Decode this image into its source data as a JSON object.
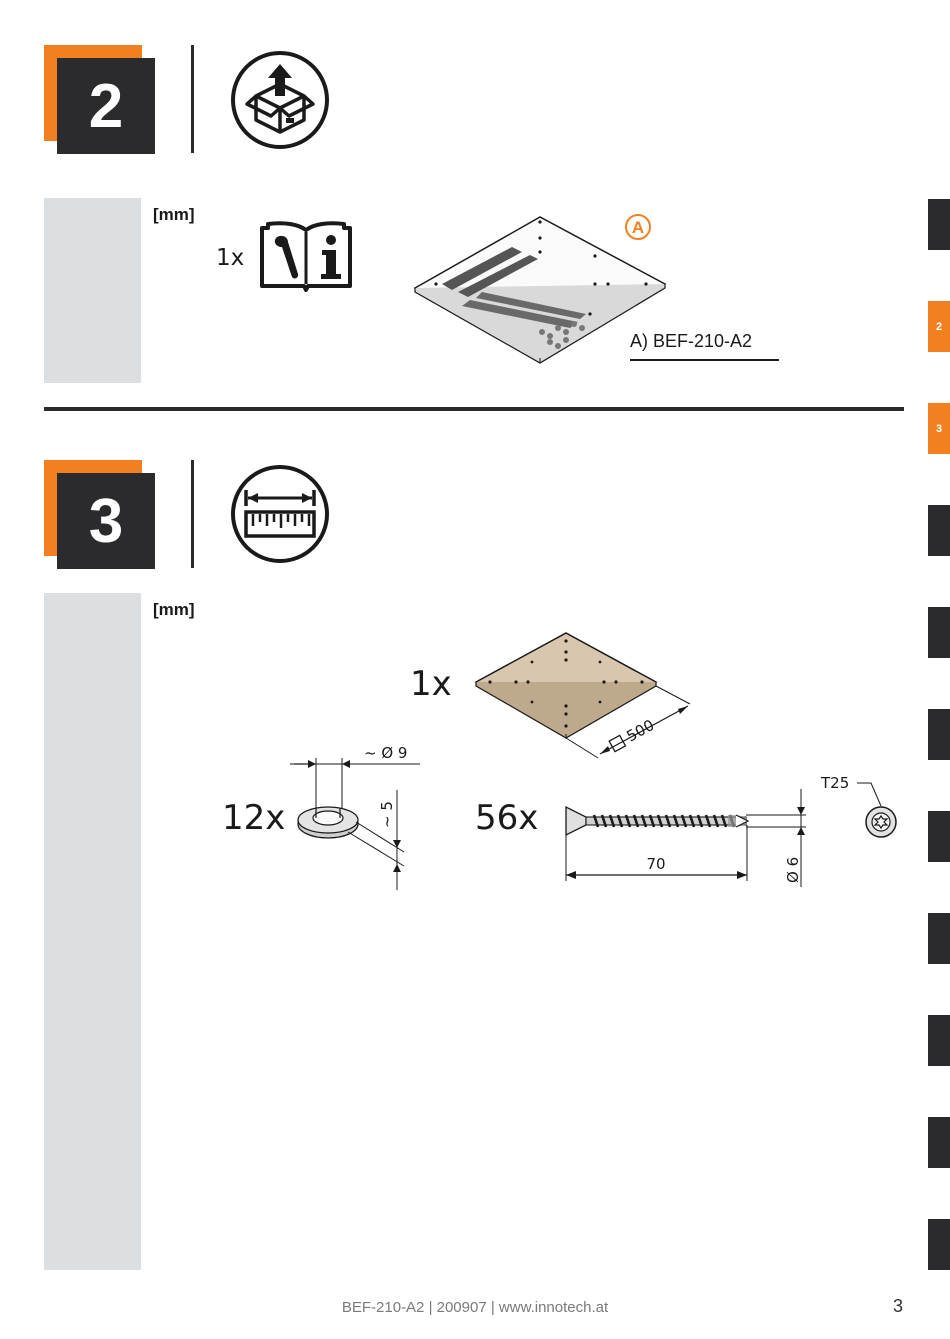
{
  "steps": [
    {
      "number": "2",
      "icon": "unpack-box-icon",
      "unit": "[mm]"
    },
    {
      "number": "3",
      "icon": "measuring-ruler-icon",
      "unit": "[mm]"
    }
  ],
  "step2": {
    "manual_qty": "1x",
    "manual_icon": "tools-info-manual-icon",
    "part_marker": "A",
    "part_label": "A) BEF-210-A2"
  },
  "step3": {
    "board_qty": "1x",
    "board_dimension": "500",
    "washer_qty": "12x",
    "washer_diameter": "~ Ø 9",
    "washer_height": "~ 5",
    "screw_qty": "56x",
    "screw_length": "70",
    "screw_diameter": "Ø 6",
    "drive_label": "T25"
  },
  "side_tabs": [
    "",
    "2",
    "3",
    "",
    "",
    "",
    "",
    "",
    "",
    "",
    ""
  ],
  "active_tabs": [
    "2",
    "3"
  ],
  "footer": "BEF-210-A2 | 200907 | www.innotech.at",
  "page_number": "3",
  "colors": {
    "accent": "#f28021",
    "dark": "#2b2b2d",
    "panel": "#dcdfe1",
    "board": "#d8c7ae"
  }
}
